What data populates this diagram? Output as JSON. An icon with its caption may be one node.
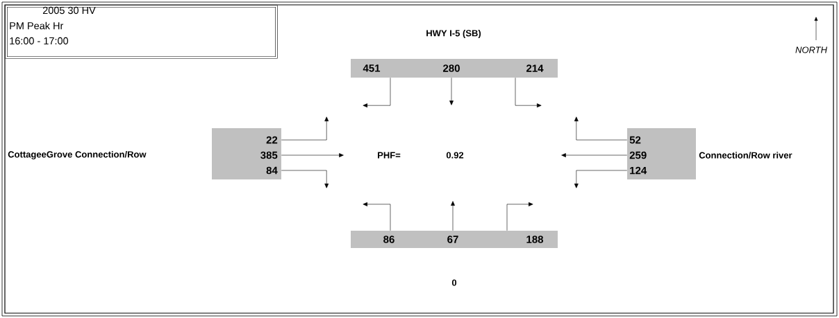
{
  "diagram": {
    "nodes": [
      {
        "text": [
          "2005 30 HV",
          "PM Peak Hr",
          "16:00 - 17:00"
        ]
      },
      {
        "text": [
          "451",
          "280",
          "214"
        ]
      },
      {
        "text": [
          "22",
          "385",
          "84"
        ]
      },
      {
        "text": [
          "52",
          "259",
          "124"
        ]
      },
      {
        "text": [
          "86",
          "67",
          "188"
        ]
      }
    ],
    "edges": [
      {
        "from": 1,
        "to": null,
        "arrow": "to"
      },
      {
        "from": 1,
        "to": null,
        "arrow": "to"
      },
      {
        "from": 1,
        "to": null,
        "arrow": "to"
      },
      {
        "from": 2,
        "to": null,
        "arrow": "to"
      },
      {
        "from": 2,
        "to": null,
        "arrow": "to"
      },
      {
        "from": 2,
        "to": null,
        "arrow": "to"
      },
      {
        "from": 3,
        "to": null,
        "arrow": "to"
      },
      {
        "from": 3,
        "to": null,
        "arrow": "to"
      },
      {
        "from": 3,
        "to": null,
        "arrow": "to"
      },
      {
        "from": 4,
        "to": null,
        "arrow": "to"
      },
      {
        "from": 4,
        "to": null,
        "arrow": "to"
      },
      {
        "from": 4,
        "to": null,
        "arrow": "to"
      }
    ],
    "labels": [
      "HWY I-5 (SB)",
      "NORTH",
      "CottageeGrove Connection/Row",
      "PHF=",
      "0.92",
      "Connection/Row river",
      "0"
    ]
  }
}
